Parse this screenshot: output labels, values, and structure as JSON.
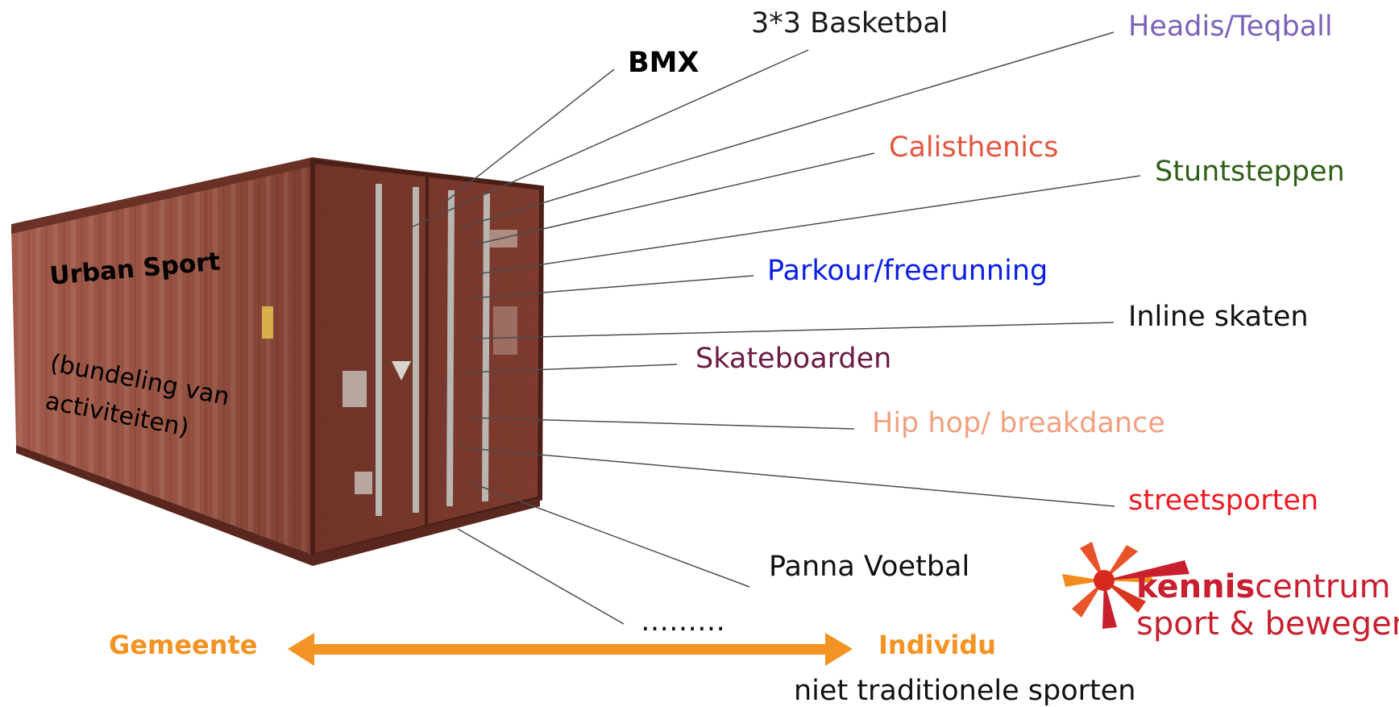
{
  "colors": {
    "container_body": "#8e4a3c",
    "container_dark": "#5e2a22",
    "arrow": "#f39323",
    "logo_red": "#c8202f",
    "logo_orange": "#f28c1e"
  },
  "container": {
    "title": "Urban Sport",
    "subtitle_line1": "(bundeling van",
    "subtitle_line2": "activiteiten)"
  },
  "labels": [
    {
      "id": "bmx",
      "text": "BMX",
      "color": "#000000",
      "bold": true
    },
    {
      "id": "basketbal",
      "text": "3*3 Basketbal",
      "color": "#1a1a1a",
      "bold": false
    },
    {
      "id": "headis",
      "text": "Headis/Teqball",
      "color": "#7b62b8",
      "bold": false
    },
    {
      "id": "calisthenics",
      "text": "Calisthenics",
      "color": "#e4553d",
      "bold": false
    },
    {
      "id": "stuntsteppen",
      "text": "Stuntsteppen",
      "color": "#2f5f16",
      "bold": false
    },
    {
      "id": "parkour",
      "text": "Parkour/freerunning",
      "color": "#0a1ee6",
      "bold": false
    },
    {
      "id": "inline",
      "text": "Inline skaten",
      "color": "#111111",
      "bold": false
    },
    {
      "id": "skateboarden",
      "text": "Skateboarden",
      "color": "#6b1a45",
      "bold": false
    },
    {
      "id": "hiphop",
      "text": "Hip hop/ breakdance",
      "color": "#f2a07f",
      "bold": false
    },
    {
      "id": "streetsporten",
      "text": "streetsporten",
      "color": "#ee1b24",
      "bold": false
    },
    {
      "id": "panna",
      "text": "Panna Voetbal",
      "color": "#111111",
      "bold": false
    },
    {
      "id": "more",
      "text": "………",
      "color": "#111111",
      "bold": false
    }
  ],
  "axis": {
    "left_label": "Gemeente",
    "right_label": "Individu",
    "caption": "niet traditionele sporten"
  },
  "logo": {
    "word1_bold": "kennis",
    "word1_rest": "centrum",
    "word2": "sport & bewegen"
  }
}
